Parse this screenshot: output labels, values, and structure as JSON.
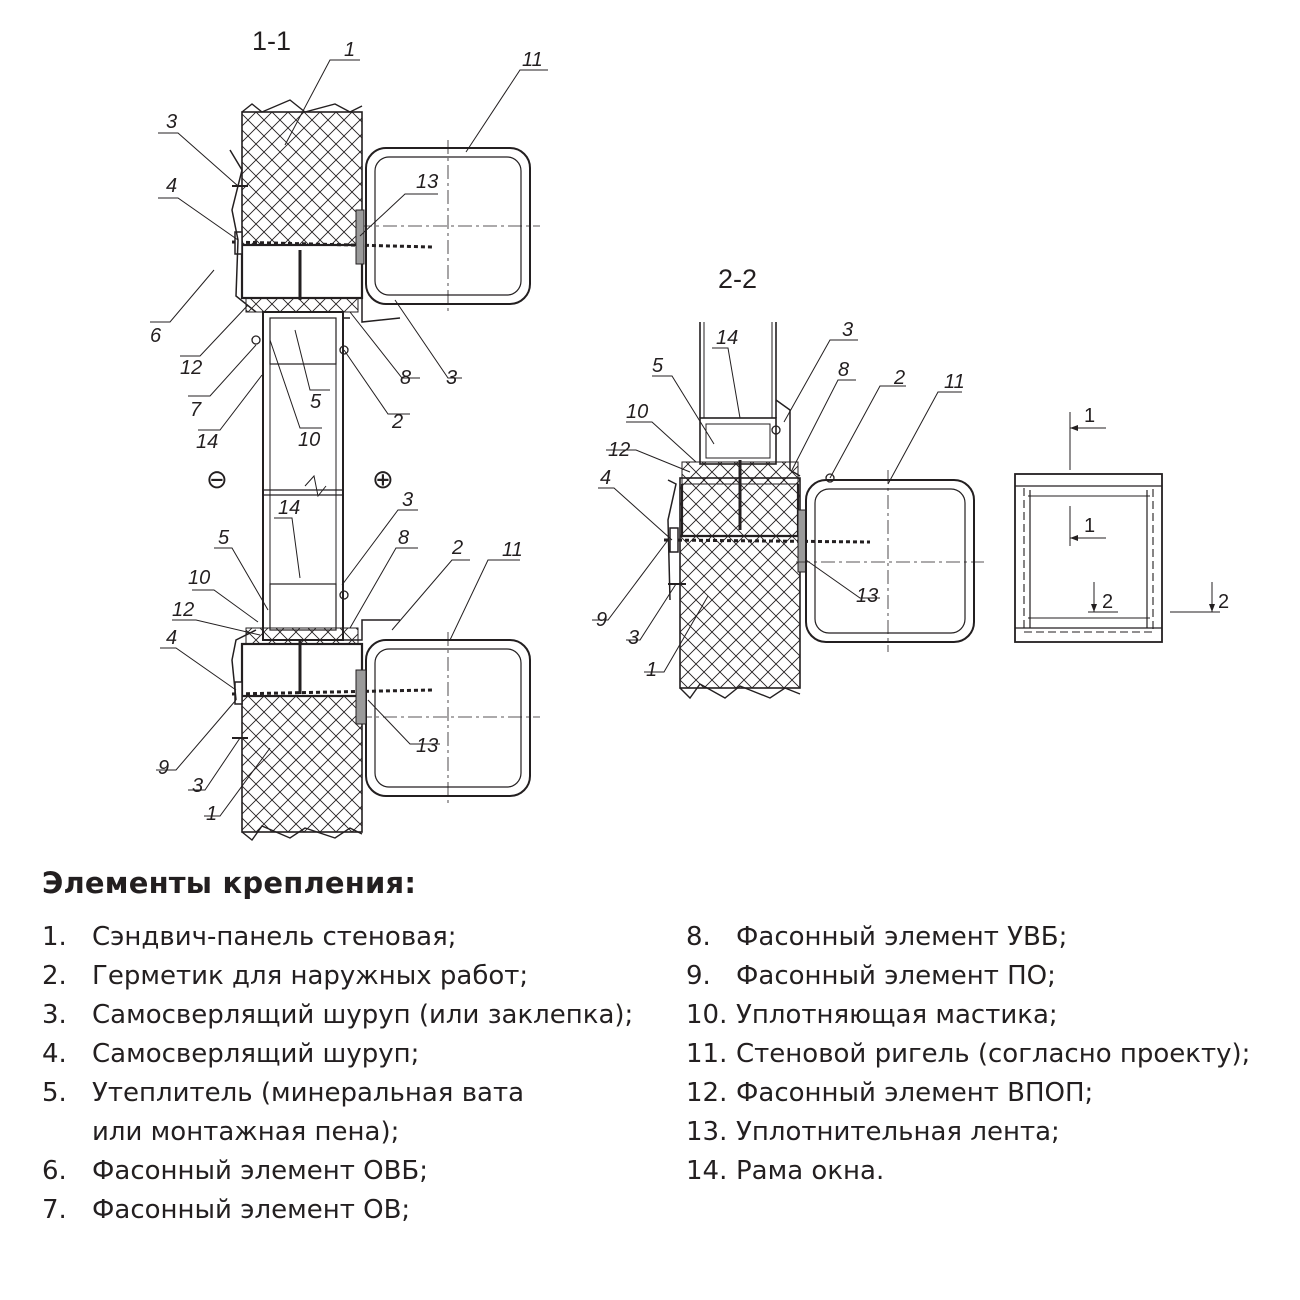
{
  "diagram": {
    "section_1_1": "1-1",
    "section_2_2": "2-2",
    "minus_sign": "⊖",
    "plus_sign": "⊕",
    "callouts_1_1": [
      "1",
      "3",
      "11",
      "4",
      "13",
      "6",
      "12",
      "8",
      "3",
      "7",
      "5",
      "2",
      "14",
      "10",
      "3",
      "5",
      "14",
      "8",
      "2",
      "11",
      "10",
      "12",
      "4",
      "13",
      "9",
      "3",
      "1"
    ],
    "callouts_2_2": [
      "14",
      "3",
      "5",
      "8",
      "2",
      "11",
      "10",
      "12",
      "4",
      "13",
      "9",
      "3",
      "1"
    ],
    "marks_view": [
      "1",
      "1",
      "2",
      "2"
    ]
  },
  "legend": {
    "heading": "Элементы крепления:",
    "left_items": [
      {
        "num": "1.",
        "text": "Сэндвич-панель стеновая;"
      },
      {
        "num": "2.",
        "text": "Герметик для наружных работ;"
      },
      {
        "num": "3.",
        "text": "Самосверлящий шуруп (или заклепка);"
      },
      {
        "num": "4.",
        "text": "Самосверлящий шуруп;"
      },
      {
        "num": "5.",
        "text": "Утеплитель (минеральная вата"
      },
      {
        "num": "",
        "text": "или монтажная пена);"
      },
      {
        "num": "6.",
        "text": "Фасонный элемент ОВБ;"
      },
      {
        "num": "7.",
        "text": "Фасонный элемент ОВ;"
      }
    ],
    "right_items": [
      {
        "num": "8.",
        "text": "Фасонный элемент УВБ;"
      },
      {
        "num": "9.",
        "text": "Фасонный элемент ПО;"
      },
      {
        "num": "10.",
        "text": "Уплотняющая мастика;"
      },
      {
        "num": "11.",
        "text": "Стеновой ригель (согласно проекту);"
      },
      {
        "num": "12.",
        "text": "Фасонный элемент ВПОП;"
      },
      {
        "num": "13.",
        "text": "Уплотнительная лента;"
      },
      {
        "num": "14.",
        "text": "Рама окна."
      }
    ]
  },
  "colors": {
    "ink": "#231f20",
    "tape": "#9a9a9a"
  }
}
